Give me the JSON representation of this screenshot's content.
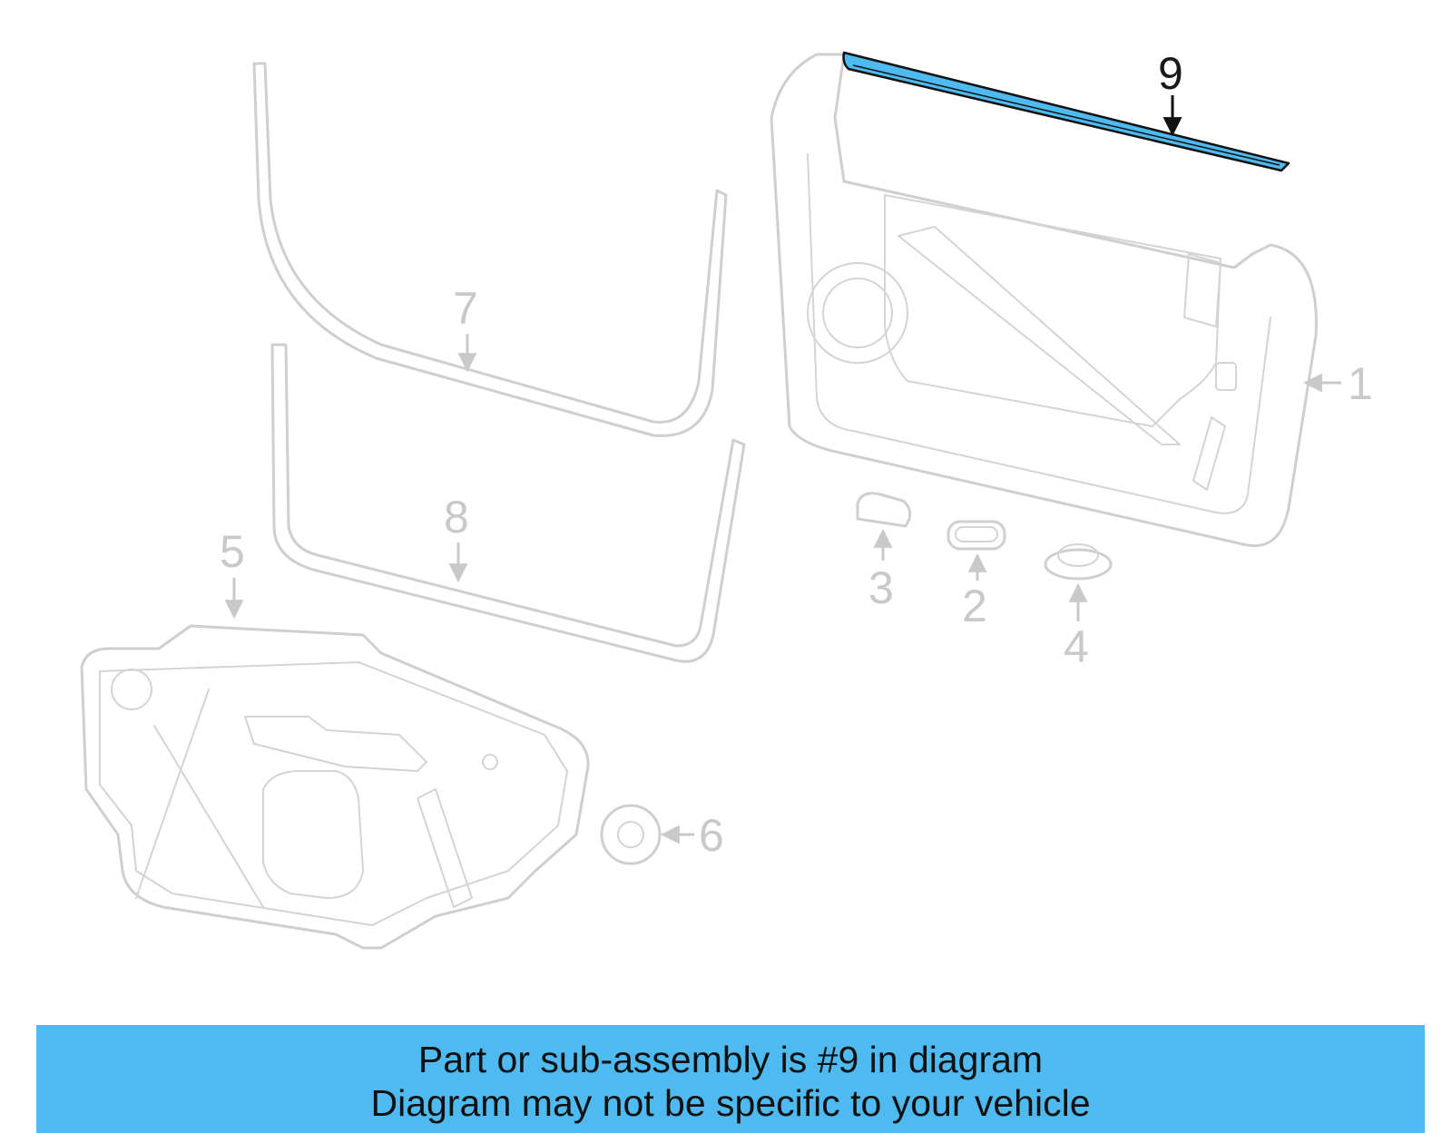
{
  "diagram": {
    "callouts": [
      "1",
      "2",
      "3",
      "4",
      "5",
      "6",
      "7",
      "8",
      "9"
    ],
    "highlighted_callout": "9",
    "highlight_color": "#4ebaf0",
    "line_color": "#cfcfcf"
  },
  "banner": {
    "line1": "Part or sub-assembly is #9 in diagram",
    "line2": "Diagram may not be specific to your vehicle",
    "background": "#4ebaf0"
  }
}
